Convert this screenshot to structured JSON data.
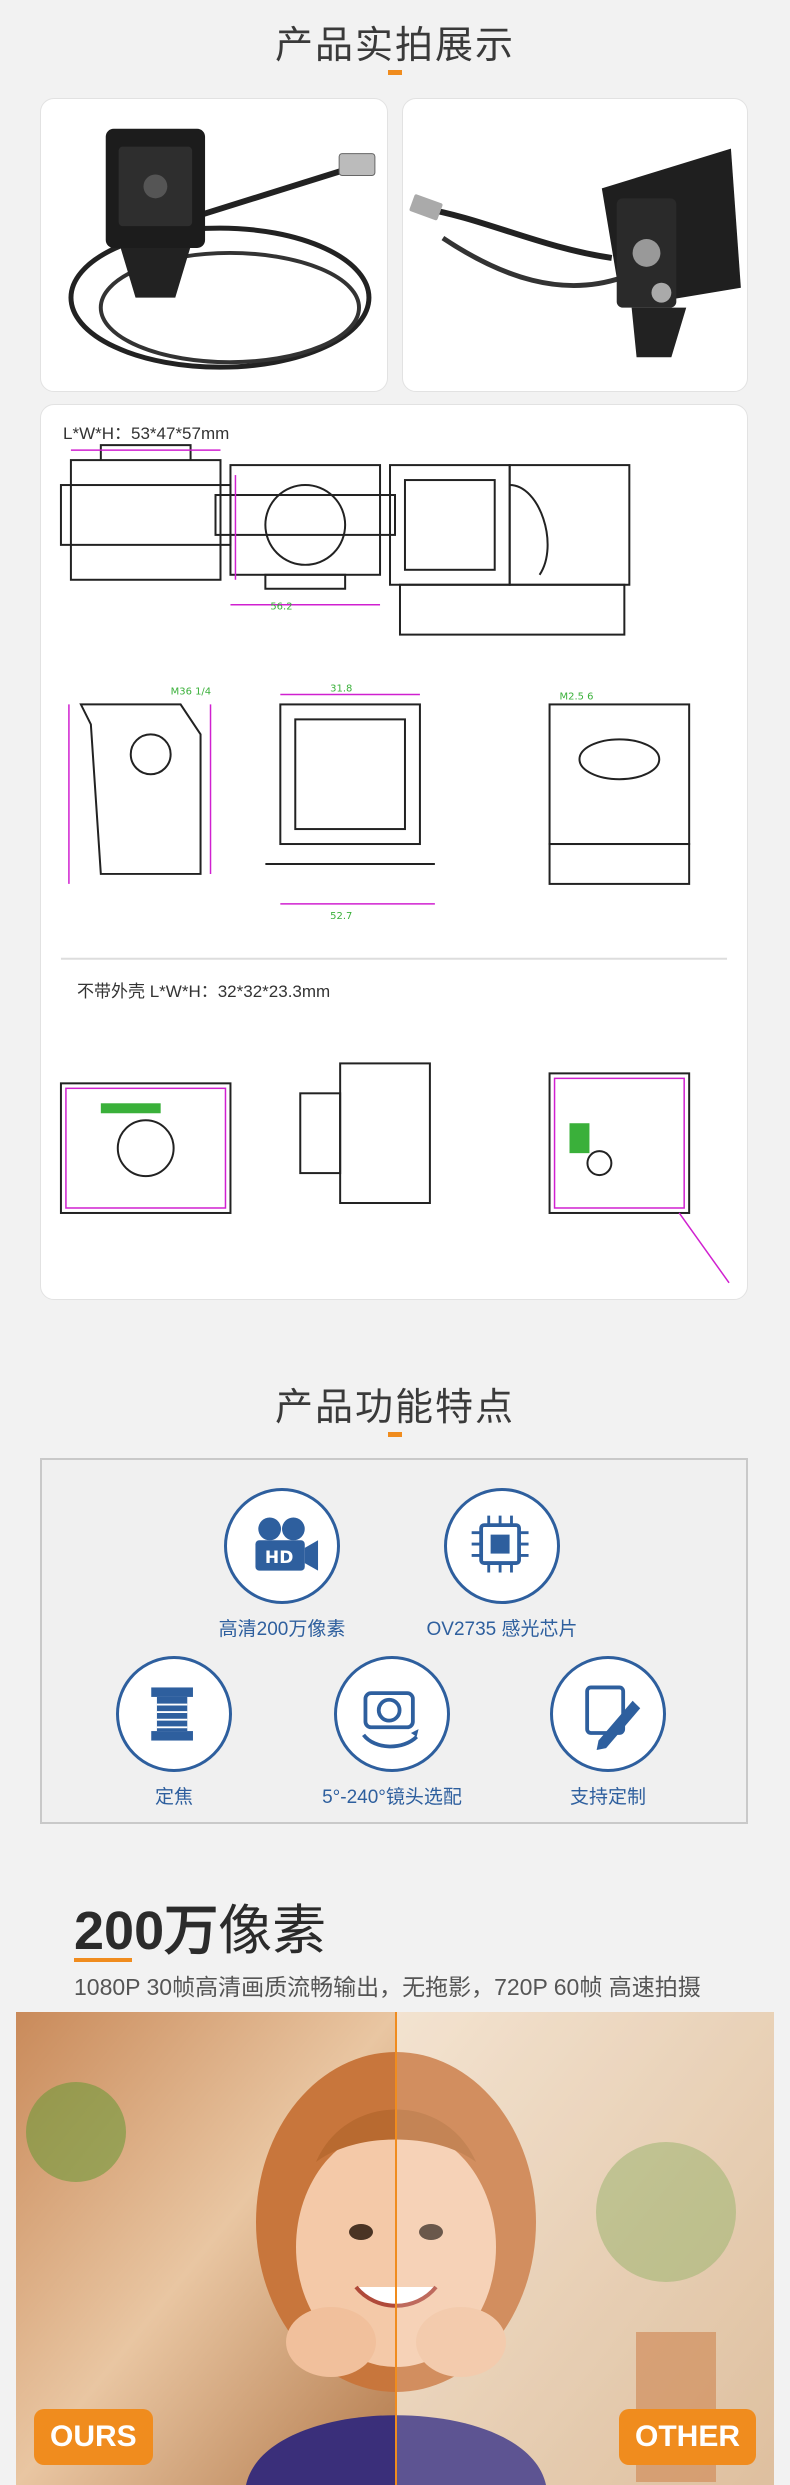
{
  "sections": {
    "photos_title": "产品实拍展示",
    "features_title": "产品功能特点"
  },
  "dimensions": {
    "outer_label": "L*W*H：53*47*57mm",
    "inner_label": "不带外壳  L*W*H：32*32*23.3mm"
  },
  "features": [
    {
      "icon": "hd-camera-icon",
      "label": "高清200万像素"
    },
    {
      "icon": "chip-icon",
      "label": "OV2735 感光芯片"
    },
    {
      "icon": "fixed-focus-icon",
      "label": "定焦"
    },
    {
      "icon": "lens-rotate-icon",
      "label": "5°-240°镜头选配"
    },
    {
      "icon": "custom-edit-icon",
      "label": "支持定制"
    }
  ],
  "pixel": {
    "number": "200万",
    "unit": "像素",
    "desc": "1080P 30帧高清画质流畅输出，无拖影，720P 60帧 高速拍摄"
  },
  "compare": {
    "left": "OURS",
    "right": "OTHER"
  },
  "colors": {
    "accent": "#f08c1e",
    "icon_blue": "#2e5f9e",
    "drawing_green": "#3ab03a",
    "drawing_magenta": "#d020d0"
  }
}
